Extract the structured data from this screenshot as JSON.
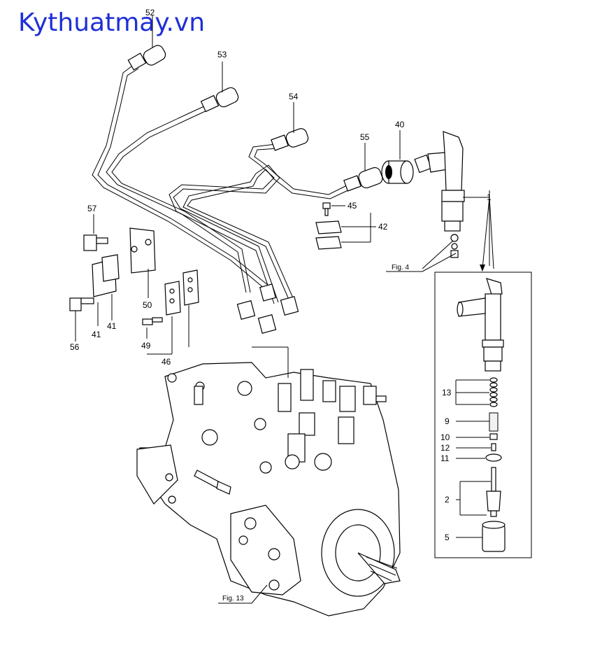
{
  "watermark": "Kythuatmay.vn",
  "labels": {
    "p52": "52",
    "p53": "53",
    "p54": "54",
    "p55": "55",
    "p40": "40",
    "p57": "57",
    "p45": "45",
    "p42": "42",
    "p1": "1",
    "p50": "50",
    "p41a": "41",
    "p41b": "41",
    "p56": "56",
    "p49": "49",
    "p46": "46",
    "p13": "13",
    "p9": "9",
    "p10": "10",
    "p12": "12",
    "p11": "11",
    "p2": "2",
    "p5": "5"
  },
  "figrefs": {
    "fig4": "Fig. 4",
    "fig13": "Fig. 13"
  }
}
